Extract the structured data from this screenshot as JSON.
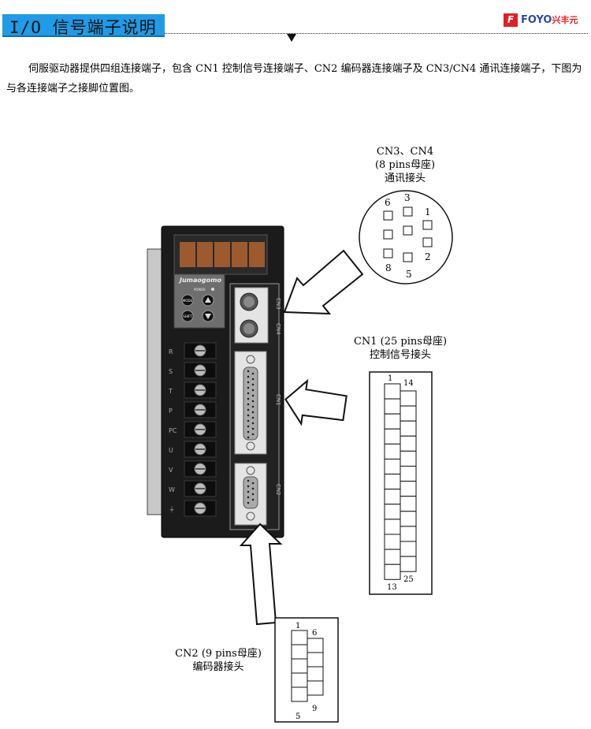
{
  "header": {
    "title": "I/O 信号端子说明",
    "logo_mark": "F",
    "logo_brand": "FOYO",
    "logo_cn": "兴丰元",
    "accent_color": "#1f9be8",
    "logo_color": "#e31e24"
  },
  "intro": "伺服驱动器提供四组连接端子，包含 CN1 控制信号连接端子、CN2 编码器连接端子及 CN3/CN4 通讯连接端子，下图为与各连接端子之接脚位置图。",
  "drive": {
    "brand": "Jumaogomo",
    "power_label": "POWER",
    "mode_label": "MODE",
    "shift_label": "SHIFT",
    "terminals": [
      "R",
      "S",
      "T",
      "P",
      "PC",
      "U",
      "V",
      "W",
      "⏚"
    ],
    "port_labels": [
      "CN3",
      "CN4",
      "CN1",
      "CN2"
    ]
  },
  "cn34": {
    "title": "CN3、CN4",
    "subtitle": "(8 pins母座)",
    "desc": "通讯接头",
    "pins": [
      "1",
      "2",
      "3",
      "5",
      "6",
      "8"
    ]
  },
  "cn1": {
    "title": "CN1 (25 pins母座)",
    "desc": "控制信号接头",
    "pins": [
      "1",
      "14",
      "13",
      "25"
    ]
  },
  "cn2": {
    "title": "CN2 (9 pins母座)",
    "desc": "编码器接头",
    "pins": [
      "1",
      "6",
      "5",
      "9"
    ]
  }
}
